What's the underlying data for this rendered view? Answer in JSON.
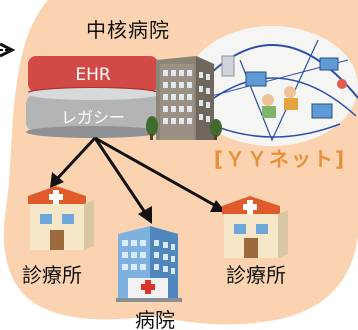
{
  "hub": {
    "title": "中核病院",
    "ehr_label": "EHR",
    "legacy_label": "レガシー"
  },
  "network": {
    "label": "[ＹＹネット]"
  },
  "nodes": {
    "clinic_left": "診療所",
    "clinic_right": "診療所",
    "hospital": "病院"
  },
  "colors": {
    "background_blob": "#fbd3b1",
    "ehr_band": "#d24a45",
    "legacy_band": "#b3b4b6",
    "network_label": "#e6913a",
    "arrows": "#111111",
    "building": "#8d8478",
    "clinic_roof": "#e05a2a",
    "hospital_glass": "#6fa8d8"
  },
  "icons": {
    "hub_building": "hospital-building-icon",
    "network_cloud": "network-dome-icon",
    "clinic": "clinic-building-icon",
    "hospital": "hospital-tower-icon",
    "left_arrow": "chevron-right-icon"
  }
}
